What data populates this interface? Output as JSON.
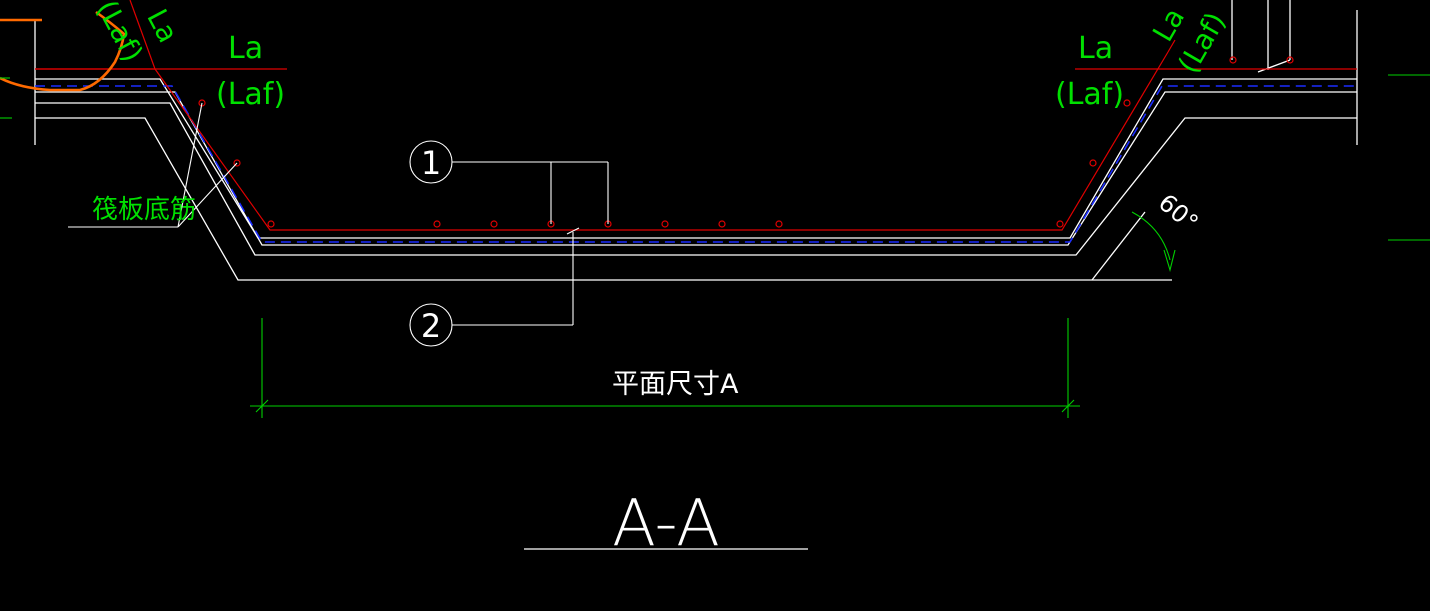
{
  "labels": {
    "la_left": "La",
    "laf_left": "(Laf)",
    "la_right": "La",
    "laf_right": "(Laf)",
    "la_diag_left": "La",
    "laf_diag_left": "(Laf)",
    "la_diag_right": "La",
    "laf_diag_right": "(Laf)",
    "raft_bottom_rebar": "筏板底筋",
    "callout_1": "1",
    "callout_2": "2",
    "plan_dimension": "平面尺寸A",
    "angle": "60°",
    "section_title": "A-A"
  },
  "colors": {
    "background": "#000000",
    "concrete_line": "#ffffff",
    "rebar": "#e00000",
    "dimension": "#00d000",
    "text_green": "#00e000",
    "hidden_line": "#1a2cff",
    "highlight": "#ff6a00"
  }
}
